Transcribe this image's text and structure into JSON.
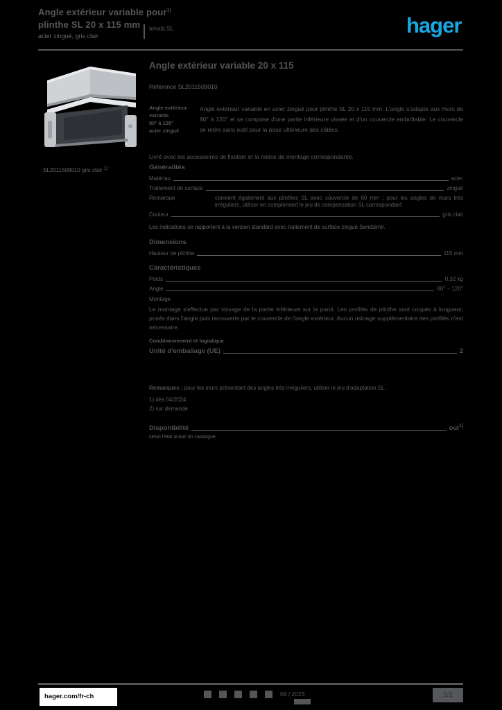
{
  "header": {
    "title_line1": "Angle extérieur variable pour",
    "title_sup": "1)",
    "title_line2": "plinthe SL 20 x 115 mm",
    "subtitle": "acier zingué, gris clair",
    "family_label": "tehalit.SL",
    "logo_text": "hager"
  },
  "product": {
    "caption": "SL2011509010 gris clair",
    "caption_sup": "1)"
  },
  "main": {
    "heading": "Angle extérieur variable 20 x 115",
    "reference": "Référence SL2011509010",
    "description": {
      "side_lines": [
        "Angle extérieur",
        "variable",
        "80° à 120°",
        "acier zingué"
      ],
      "text": "Angle extérieur variable en acier zingué pour plinthe SL 20 x 115 mm. L'angle s'adapte aux murs de 80° à 120° et se compose d'une partie inférieure vissée et d'un couvercle emboîtable. Le couvercle se retire sans outil pour la pose ultérieure des câbles."
    },
    "intro": "Livré avec les accessoires de fixation et la notice de montage correspondante.",
    "sections": {
      "general": {
        "title": "Généralités",
        "rows": [
          {
            "label": "Matériau",
            "value": "acier"
          },
          {
            "label": "Traitement de surface",
            "value": "zingué"
          }
        ],
        "remark": {
          "label": "Remarque",
          "value": "convient également aux plinthes SL avec couvercle de 80 mm ; pour les angles de murs très irréguliers, utiliser en complément le jeu de compensation SL correspondant"
        },
        "row_color": {
          "label": "Couleur",
          "value": "gris clair"
        },
        "note": "Les indications se rapportent à la version standard avec traitement de surface zingué Sendzimir."
      },
      "dimensions": {
        "title": "Dimensions",
        "row": {
          "label": "Hauteur de plinthe",
          "value": "115 mm"
        }
      },
      "characteristics": {
        "title": "Caractéristiques",
        "rows": [
          {
            "label": "Poids",
            "value": "0,32 kg"
          },
          {
            "label": "Angle",
            "value": "80° – 120°"
          }
        ],
        "sub_label": "Montage",
        "text": "Le montage s'effectue par vissage de la partie inférieure sur la paroi. Les profilés de plinthe sont coupés à longueur, posés dans l'angle puis recouverts par le couvercle de l'angle extérieur. Aucun usinage supplémentaire des profilés n'est nécessaire."
      },
      "logistics": {
        "title": "Conditionnement et logistique",
        "row": {
          "label": "Unité d'emballage (UE)",
          "value": "2"
        }
      },
      "remarks": {
        "lead": "Remarques :",
        "line1": "pour les murs présentant des angles très irréguliers, utiliser le jeu d'adaptation SL.",
        "line2": "1) dès 04/2024",
        "line3": "2) sur demande"
      },
      "availability": {
        "label": "Disponibilité",
        "value": "oui",
        "value_sup": "1)",
        "note": "selon l'état actuel du catalogue"
      }
    }
  },
  "footer": {
    "url": "hager.com/fr-ch",
    "version": "09 / 2023",
    "page": "1/2"
  }
}
